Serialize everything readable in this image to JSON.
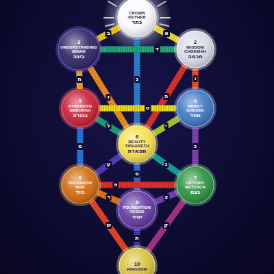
{
  "diagram": {
    "nodes": [
      {
        "text": [
          "CROWN",
          "KETHER",
          "כתר"
        ]
      },
      {
        "text": [
          "3",
          "UNDERSTANDING",
          "BINAH",
          "בינה"
        ]
      },
      {
        "text": [
          "2",
          "WISDOM",
          "CHOKMAH",
          "חכמה"
        ]
      },
      {
        "text": [
          "5",
          "STRENGTH",
          "GEBURAH",
          "גבורה"
        ]
      },
      {
        "text": [
          "4",
          "MERCY",
          "CHESED",
          "חסד"
        ]
      },
      {
        "text": [
          "6",
          "BEAUTY",
          "TIPHARETH",
          "תפארת"
        ]
      },
      {
        "text": [
          "8",
          "SPLENDOR",
          "HOD",
          "הוד"
        ]
      },
      {
        "text": [
          "7",
          "VICTORY",
          "NETZACH",
          "נצח"
        ]
      },
      {
        "text": [
          "9",
          "FOUNDATION",
          "YESOD",
          "יסוד"
        ]
      },
      {
        "text": [
          "10",
          "KINGDOM"
        ]
      }
    ],
    "edges": [
      {
        "from": 0,
        "to": 2,
        "arrow": "none",
        "label": "א"
      },
      {
        "from": 0,
        "to": 1,
        "arrow": "none",
        "label": "ב"
      },
      {
        "from": 0,
        "to": 5,
        "arrow": "none",
        "label": "ג"
      },
      {
        "from": 2,
        "to": 1,
        "arrow": "none",
        "label": "ד"
      },
      {
        "from": 2,
        "to": 5,
        "arrow": "none",
        "label": "ה"
      },
      {
        "from": 2,
        "to": 4,
        "arrow": "none",
        "label": "ו"
      },
      {
        "from": 1,
        "to": 5,
        "arrow": "none",
        "label": "ז"
      },
      {
        "from": 1,
        "to": 3,
        "arrow": "none",
        "label": "ח"
      },
      {
        "from": 4,
        "to": 3,
        "arrow": "none",
        "label": "ט"
      },
      {
        "from": 4,
        "to": 5,
        "arrow": "none",
        "label": "י"
      },
      {
        "from": 4,
        "to": 7,
        "arrow": "none",
        "label": "כ"
      },
      {
        "from": 3,
        "to": 5,
        "arrow": "none",
        "label": "ל"
      },
      {
        "from": 3,
        "to": 6,
        "arrow": "none",
        "label": "מ"
      },
      {
        "from": 5,
        "to": 7,
        "arrow": "none",
        "label": "נ"
      },
      {
        "from": 5,
        "to": 8,
        "arrow": "none",
        "label": "ס"
      },
      {
        "from": 5,
        "to": 6,
        "arrow": "none",
        "label": "ע"
      },
      {
        "from": 7,
        "to": 6,
        "arrow": "none",
        "label": "פ"
      },
      {
        "from": 7,
        "to": 8,
        "arrow": "none",
        "label": "צ"
      },
      {
        "from": 7,
        "to": 9,
        "arrow": "none",
        "label": "ק"
      },
      {
        "from": 6,
        "to": 8,
        "arrow": "none",
        "label": "ר"
      },
      {
        "from": 6,
        "to": 9,
        "arrow": "none",
        "label": "ש"
      },
      {
        "from": 8,
        "to": 9,
        "arrow": "none",
        "label": "ת"
      }
    ]
  }
}
